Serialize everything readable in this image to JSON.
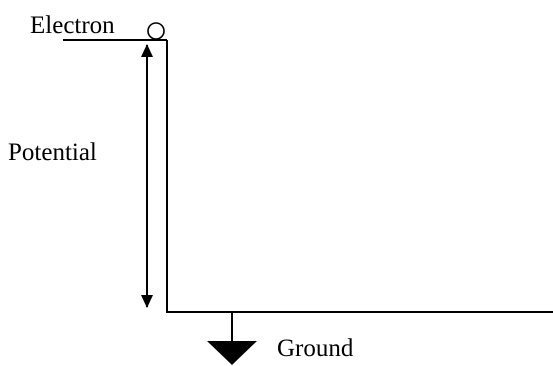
{
  "diagram": {
    "labels": {
      "electron": "Electron",
      "potential": "Potential",
      "ground": "Ground"
    },
    "colors": {
      "stroke": "#000000",
      "background": "#ffffff"
    },
    "icons": {
      "electron": "hollow-circle",
      "ground": "ground-triangle",
      "potential_span": "double-headed-arrow"
    }
  }
}
